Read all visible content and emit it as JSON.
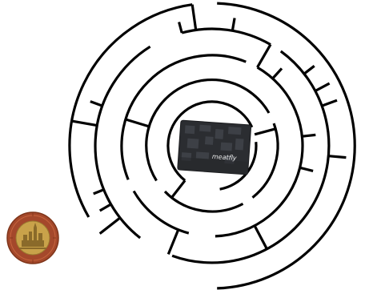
{
  "puzzle": {
    "type": "circular-maze",
    "goal_item": "wallet",
    "start_item": "coin"
  },
  "coin": {
    "edge_text": "",
    "colors": {
      "outer_ring": "#a4482b",
      "inner_disc": "#c9a24a",
      "relief": "#8a6a2a"
    }
  },
  "wallet": {
    "brand": "meatfly",
    "colors": {
      "body": "#2b2d31",
      "pattern": "#3d4046"
    }
  },
  "colors": {
    "wall": "#000000",
    "background": "#ffffff"
  }
}
